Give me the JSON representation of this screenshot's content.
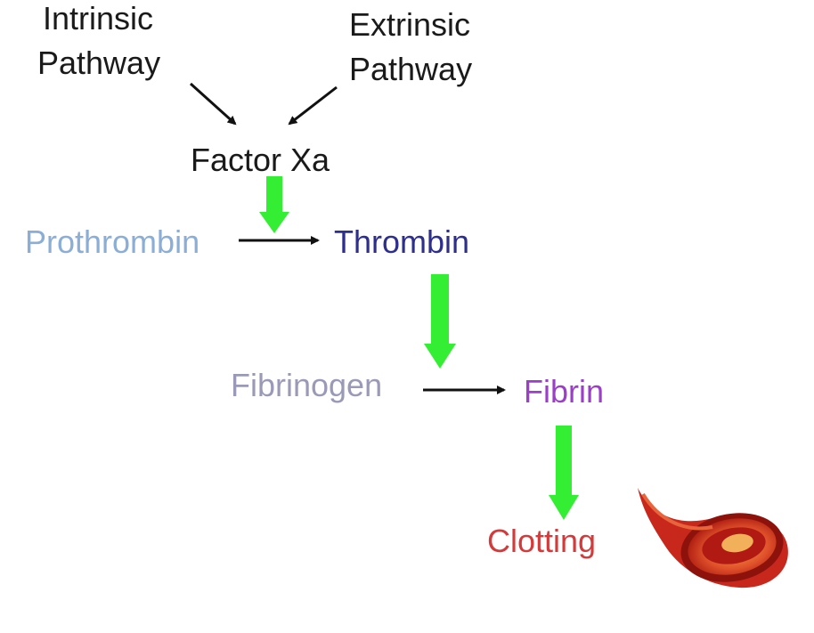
{
  "intrinsic": {
    "line1": "Intrinsic",
    "line2": "Pathway"
  },
  "extrinsic": {
    "line1": "Extrinsic",
    "line2": "Pathway"
  },
  "factor_xa": "Factor Xa",
  "prothrombin": "Prothrombin",
  "thrombin": "Thrombin",
  "fibrinogen": "Fibrinogen",
  "fibrin": "Fibrin",
  "clotting": "Clotting",
  "colors": {
    "text_black": "#1a1a1a",
    "prothrombin": "#8aaed6",
    "thrombin": "#2e2e8c",
    "fibrinogen": "#9a9ab8",
    "fibrin": "#9b3fc7",
    "clotting": "#d43a3a",
    "green_arrow": "#33ee33",
    "vessel_outer": "#c8281c",
    "vessel_inner": "#f07a3a"
  },
  "icons": [
    "arrow-icon",
    "green-arrow-icon",
    "blood-vessel-icon"
  ]
}
